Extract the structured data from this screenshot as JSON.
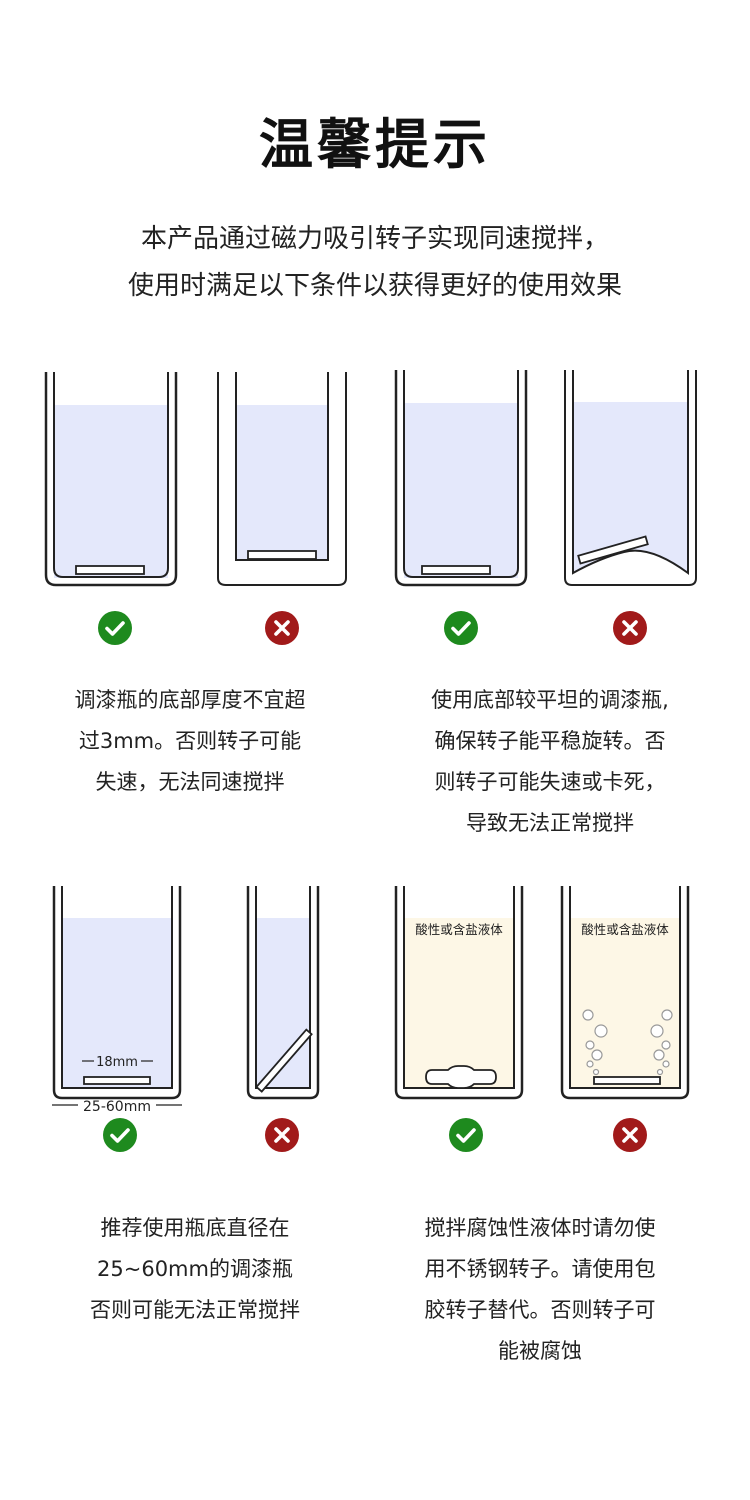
{
  "header": {
    "title": "温馨提示",
    "subtitle_line1": "本产品通过磁力吸引转子实现同速搅拌，",
    "subtitle_line2": "使用时满足以下条件以获得更好的使用效果"
  },
  "colors": {
    "liquid": "#e4e8fb",
    "acid_liquid": "#fdf7e6",
    "ok_green": "#1e8a1e",
    "bad_red": "#a11a1a",
    "outline": "#222222"
  },
  "icons": {
    "ok": "check-icon",
    "bad": "cross-icon"
  },
  "tips": [
    {
      "lines": [
        "调漆瓶的底部厚度不宜超",
        "过3mm。否则转子可能",
        "失速，无法同速搅拌"
      ]
    },
    {
      "lines": [
        "使用底部较平坦的调漆瓶,",
        "确保转子能平稳旋转。否",
        "则转子可能失速或卡死，",
        "导致无法正常搅拌"
      ]
    },
    {
      "lines": [
        "推荐使用瓶底直径在",
        "25~60mm的调漆瓶",
        "否则可能无法正常搅拌"
      ],
      "label_inner": "18mm",
      "label_outer": "25-60mm"
    },
    {
      "lines": [
        "搅拌腐蚀性液体时请勿使",
        "用不锈钢转子。请使用包",
        "胶转子替代。否则转子可",
        "能被腐蚀"
      ],
      "liquid_label": "酸性或含盐液体"
    }
  ]
}
